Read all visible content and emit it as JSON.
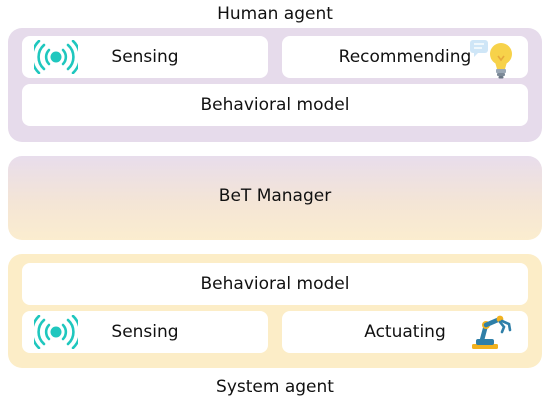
{
  "top_caption": "Human agent",
  "bottom_caption": "System agent",
  "human_agent": {
    "sensing": "Sensing",
    "recommending": "Recommending",
    "behavioral_model": "Behavioral model"
  },
  "manager": {
    "label": "BeT Manager"
  },
  "system_agent": {
    "behavioral_model": "Behavioral model",
    "sensing": "Sensing",
    "actuating": "Actuating"
  },
  "icons": {
    "sensing": "wireless-signal-icon",
    "recommending": "lightbulb-icon",
    "actuating": "robot-arm-icon"
  },
  "colors": {
    "human_panel": "#e6dbeb",
    "system_panel": "#fcedc7",
    "signal": "#1fc7be",
    "bulb": "#f7d24a",
    "robot_arm": "#2f7fa8"
  }
}
